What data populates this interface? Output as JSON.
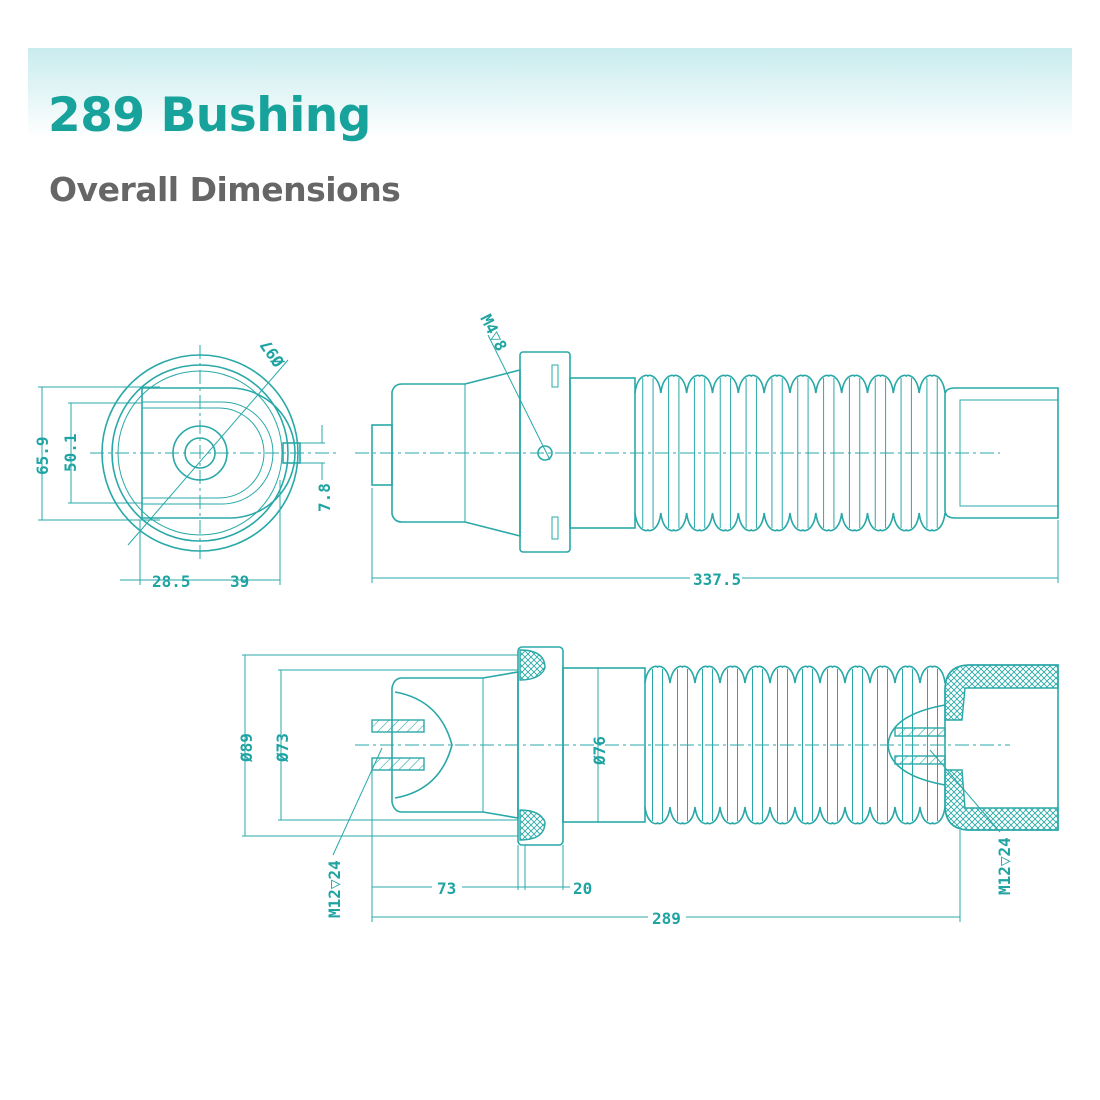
{
  "header": {
    "title": "289 Bushing",
    "subtitle": "Overall Dimensions"
  },
  "colors": {
    "accent": "#17a39b",
    "line": "#2aa8a8",
    "subtitle": "#666666"
  },
  "end_view": {
    "dia_outer": "Ø97",
    "height_outer": "65.9",
    "height_inner": "50.1",
    "slot": "7.8",
    "offset_left": "28.5",
    "offset_right": "39"
  },
  "side_view": {
    "thread_label": "M4▽8",
    "total_length": "337.5"
  },
  "section_view": {
    "dia_flange": "Ø89",
    "dia_inner": "Ø73",
    "dia_neck": "Ø76",
    "thread_left": "M12▽24",
    "thread_right": "M12▽24",
    "len_inner": "73",
    "len_flange": "20",
    "len_total": "289"
  }
}
